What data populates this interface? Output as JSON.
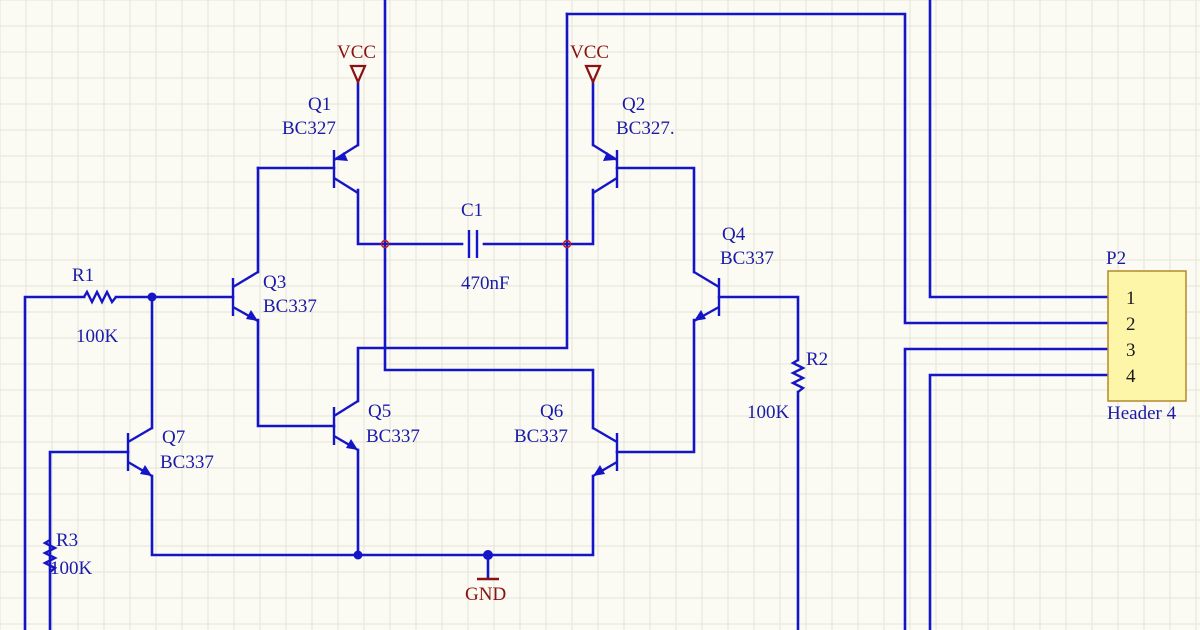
{
  "colors": {
    "background": "#fbfaf3",
    "wire": "#1515c8",
    "label": "#1a1aa8",
    "power": "#8a1212",
    "header_fill": "#fdf6a8",
    "header_border": "#b38a2a"
  },
  "power": {
    "vcc1": "VCC",
    "vcc2": "VCC",
    "gnd": "GND"
  },
  "components": {
    "q1": {
      "ref": "Q1",
      "value": "BC327"
    },
    "q2": {
      "ref": "Q2",
      "value": "BC327."
    },
    "q3": {
      "ref": "Q3",
      "value": "BC337"
    },
    "q4": {
      "ref": "Q4",
      "value": "BC337"
    },
    "q5": {
      "ref": "Q5",
      "value": "BC337"
    },
    "q6": {
      "ref": "Q6",
      "value": "BC337"
    },
    "q7": {
      "ref": "Q7",
      "value": "BC337"
    },
    "r1": {
      "ref": "R1",
      "value": "100K"
    },
    "r2": {
      "ref": "R2",
      "value": "100K"
    },
    "r3": {
      "ref": "R3",
      "value": "100K"
    },
    "c1": {
      "ref": "C1",
      "value": "470nF"
    },
    "p2": {
      "ref": "P2",
      "value": "Header 4",
      "pins": [
        "1",
        "2",
        "3",
        "4"
      ]
    }
  }
}
